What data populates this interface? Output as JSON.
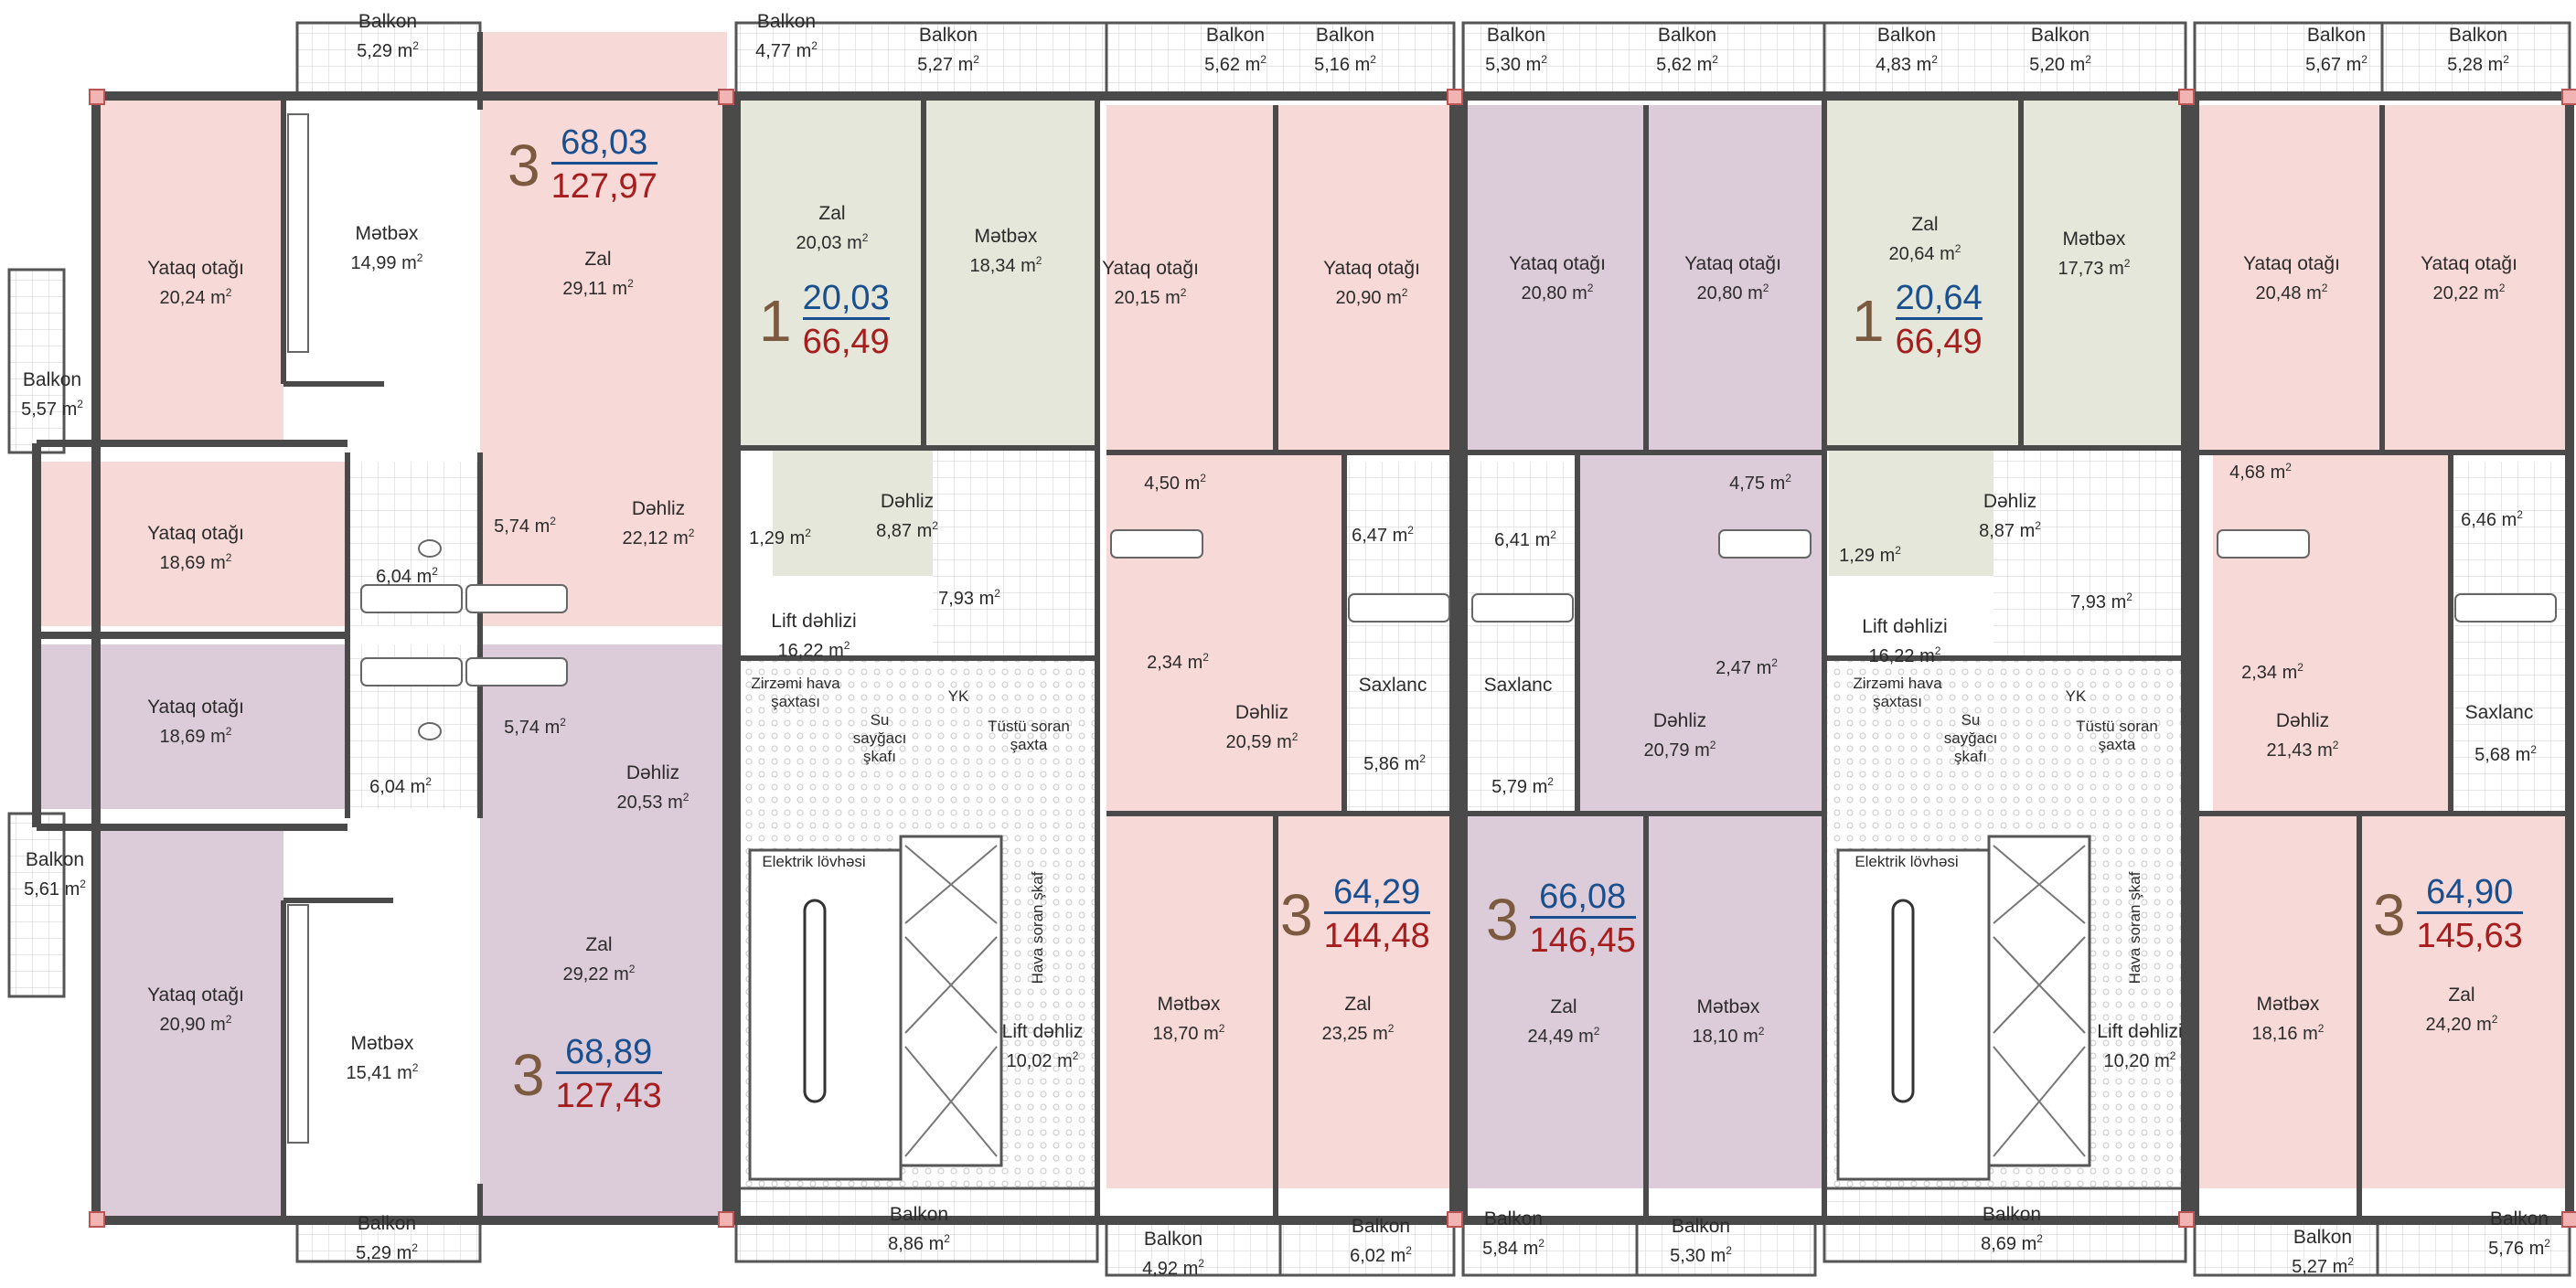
{
  "colors": {
    "pink": "#f7d9d7",
    "purple": "#dccbd8",
    "green": "#e4e7d9",
    "wall": "#4a4a4a",
    "number_blue": "#1a4f8f",
    "number_red": "#a61d1d",
    "count_brown": "#7b5a40"
  },
  "apartments": [
    {
      "id": "a1",
      "rooms": "3",
      "living": "68,03",
      "total": "127,97"
    },
    {
      "id": "a2",
      "rooms": "3",
      "living": "68,89",
      "total": "127,43"
    },
    {
      "id": "a3",
      "rooms": "1",
      "living": "20,03",
      "total": "66,49"
    },
    {
      "id": "a4",
      "rooms": "3",
      "living": "64,29",
      "total": "144,48"
    },
    {
      "id": "a5",
      "rooms": "3",
      "living": "66,08",
      "total": "146,45"
    },
    {
      "id": "a6",
      "rooms": "1",
      "living": "20,64",
      "total": "66,49"
    },
    {
      "id": "a7",
      "rooms": "3",
      "living": "64,90",
      "total": "145,63"
    }
  ],
  "unit": "m",
  "unit_exp": "2",
  "rooms": [
    {
      "name": "Balkon",
      "area": "5,29"
    },
    {
      "name": "Mətbəx",
      "area": "14,99"
    },
    {
      "name": "Zal",
      "area": "29,11"
    },
    {
      "name": "Yataq otağı",
      "area": "20,24"
    },
    {
      "name": "Balkon",
      "area": "5,57"
    },
    {
      "name": "Yataq otağı",
      "area": "18,69"
    },
    {
      "name": "",
      "area": "6,04"
    },
    {
      "name": "",
      "area": "5,74"
    },
    {
      "name": "Dəhliz",
      "area": "22,12"
    },
    {
      "name": "Yataq otağı",
      "area": "18,69"
    },
    {
      "name": "",
      "area": "5,74"
    },
    {
      "name": "",
      "area": "6,04"
    },
    {
      "name": "Dəhliz",
      "area": "20,53"
    },
    {
      "name": "Balkon",
      "area": "5,61"
    },
    {
      "name": "Yataq otağı",
      "area": "20,90"
    },
    {
      "name": "Mətbəx",
      "area": "15,41"
    },
    {
      "name": "Zal",
      "area": "29,22"
    },
    {
      "name": "Balkon",
      "area": "5,29"
    },
    {
      "name": "Balkon",
      "area": "4,77"
    },
    {
      "name": "Balkon",
      "area": "5,27"
    },
    {
      "name": "Zal",
      "area": "20,03"
    },
    {
      "name": "Mətbəx",
      "area": "18,34"
    },
    {
      "name": "Dəhliz",
      "area": "8,87"
    },
    {
      "name": "",
      "area": "1,29"
    },
    {
      "name": "",
      "area": "7,93"
    },
    {
      "name": "Lift dəhlizi",
      "area": "16,22"
    },
    {
      "name": "Balkon",
      "area": "5,62"
    },
    {
      "name": "Balkon",
      "area": "5,16"
    },
    {
      "name": "Yataq otağı",
      "area": "20,15"
    },
    {
      "name": "Yataq otağı",
      "area": "20,90"
    },
    {
      "name": "",
      "area": "4,50"
    },
    {
      "name": "",
      "area": "6,47"
    },
    {
      "name": "",
      "area": "2,34"
    },
    {
      "name": "Saxlanc",
      "area": ""
    },
    {
      "name": "Dəhliz",
      "area": "20,59"
    },
    {
      "name": "",
      "area": "5,86"
    },
    {
      "name": "Mətbəx",
      "area": "18,70"
    },
    {
      "name": "Zal",
      "area": "23,25"
    },
    {
      "name": "Lift dəhliz",
      "area": "10,02"
    },
    {
      "name": "Balkon",
      "area": "8,86"
    },
    {
      "name": "Balkon",
      "area": "4,92"
    },
    {
      "name": "Balkon",
      "area": "6,02"
    },
    {
      "name": "Balkon",
      "area": "5,30"
    },
    {
      "name": "Balkon",
      "area": "5,62"
    },
    {
      "name": "Yataq otağı",
      "area": "20,80"
    },
    {
      "name": "Yataq otağı",
      "area": "20,80"
    },
    {
      "name": "",
      "area": "6,41"
    },
    {
      "name": "",
      "area": "4,75"
    },
    {
      "name": "Saxlanc",
      "area": ""
    },
    {
      "name": "",
      "area": "2,47"
    },
    {
      "name": "Dəhliz",
      "area": "20,79"
    },
    {
      "name": "",
      "area": "5,79"
    },
    {
      "name": "Zal",
      "area": "24,49"
    },
    {
      "name": "Mətbəx",
      "area": "18,10"
    },
    {
      "name": "Balkon",
      "area": "5,84"
    },
    {
      "name": "Balkon",
      "area": "5,30"
    },
    {
      "name": "Balkon",
      "area": "4,83"
    },
    {
      "name": "Balkon",
      "area": "5,20"
    },
    {
      "name": "Zal",
      "area": "20,64"
    },
    {
      "name": "Mətbəx",
      "area": "17,73"
    },
    {
      "name": "Dəhliz",
      "area": "8,87"
    },
    {
      "name": "",
      "area": "1,29"
    },
    {
      "name": "",
      "area": "7,93"
    },
    {
      "name": "Lift dəhlizi",
      "area": "16,22"
    },
    {
      "name": "Lift dəhlizi",
      "area": "10,20"
    },
    {
      "name": "Balkon",
      "area": "8,69"
    },
    {
      "name": "Balkon",
      "area": "5,67"
    },
    {
      "name": "Balkon",
      "area": "5,28"
    },
    {
      "name": "Yataq otağı",
      "area": "20,48"
    },
    {
      "name": "Yataq otağı",
      "area": "20,22"
    },
    {
      "name": "",
      "area": "4,68"
    },
    {
      "name": "",
      "area": "6,46"
    },
    {
      "name": "",
      "area": "2,34"
    },
    {
      "name": "Dəhliz",
      "area": "21,43"
    },
    {
      "name": "Saxlanc",
      "area": ""
    },
    {
      "name": "",
      "area": "5,68"
    },
    {
      "name": "Mətbəx",
      "area": "18,16"
    },
    {
      "name": "Zal",
      "area": "24,20"
    },
    {
      "name": "Balkon",
      "area": "5,27"
    },
    {
      "name": "Balkon",
      "area": "5,76"
    }
  ],
  "services": [
    {
      "text": "Zirzəmi hava şaxtası"
    },
    {
      "text": "YK"
    },
    {
      "text": "Su sayğacı şkafı"
    },
    {
      "text": "Tüstü soran şaxta"
    },
    {
      "text": "Elektrik lövhəsi"
    },
    {
      "text": "Hava soran şkaf"
    },
    {
      "text": "Zirzəmi hava şaxtası"
    },
    {
      "text": "YK"
    },
    {
      "text": "Su sayğacı şkafı"
    },
    {
      "text": "Tüstü soran şaxta"
    },
    {
      "text": "Elektrik lövhəsi"
    },
    {
      "text": "Hava soran şkaf"
    }
  ]
}
